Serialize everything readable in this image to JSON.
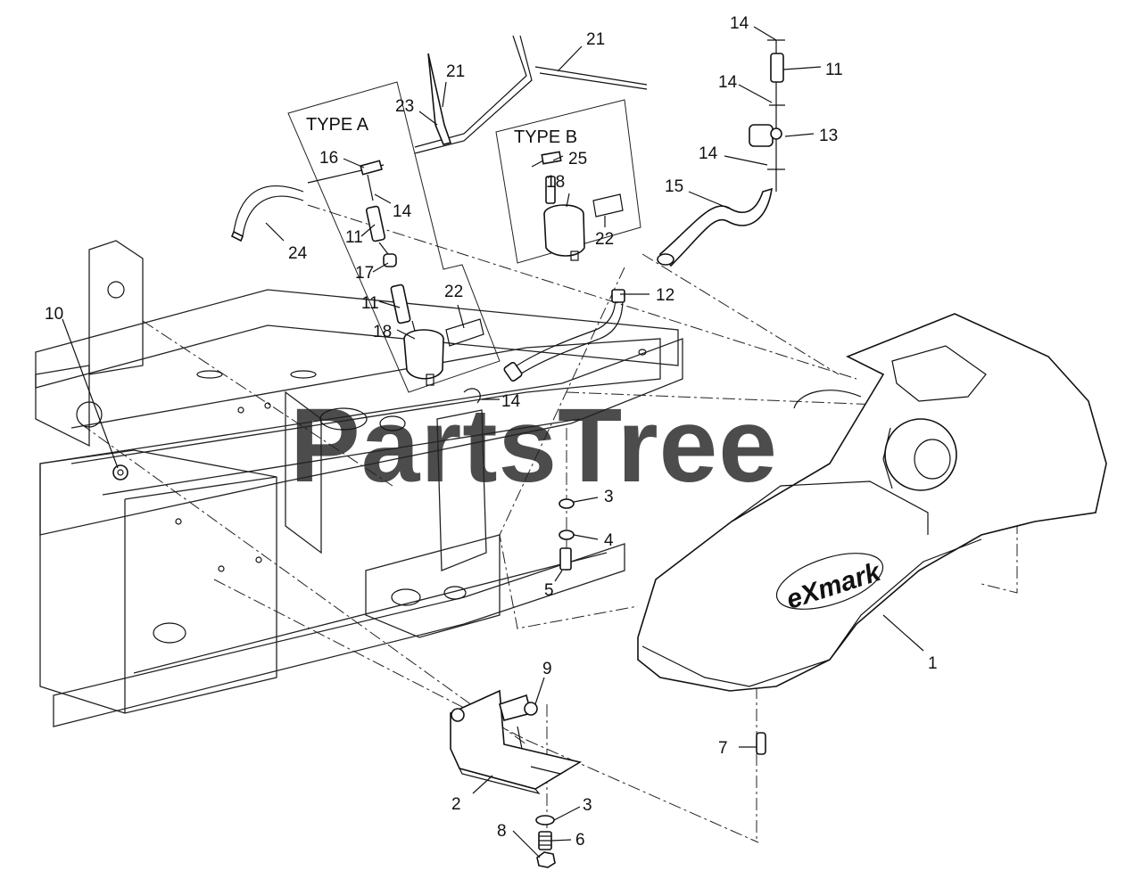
{
  "watermark": "PartsTree",
  "brand_logo": "eXmark",
  "type_labels": {
    "type_a": "TYPE A",
    "type_b": "TYPE B"
  },
  "callouts": [
    {
      "id": "c21a",
      "label": "21"
    },
    {
      "id": "c21b",
      "label": "21"
    },
    {
      "id": "c23",
      "label": "23"
    },
    {
      "id": "c16",
      "label": "16"
    },
    {
      "id": "c14a",
      "label": "14"
    },
    {
      "id": "c11a",
      "label": "11"
    },
    {
      "id": "c17",
      "label": "17"
    },
    {
      "id": "c11b",
      "label": "11"
    },
    {
      "id": "c18a",
      "label": "18"
    },
    {
      "id": "c22a",
      "label": "22"
    },
    {
      "id": "c24",
      "label": "24"
    },
    {
      "id": "c25",
      "label": "25"
    },
    {
      "id": "c18b",
      "label": "18"
    },
    {
      "id": "c22b",
      "label": "22"
    },
    {
      "id": "c14b",
      "label": "14"
    },
    {
      "id": "c11c",
      "label": "11"
    },
    {
      "id": "c14c",
      "label": "14"
    },
    {
      "id": "c13",
      "label": "13"
    },
    {
      "id": "c14d",
      "label": "14"
    },
    {
      "id": "c15",
      "label": "15"
    },
    {
      "id": "c12",
      "label": "12"
    },
    {
      "id": "c14e",
      "label": "14"
    },
    {
      "id": "c10",
      "label": "10"
    },
    {
      "id": "c3a",
      "label": "3"
    },
    {
      "id": "c4",
      "label": "4"
    },
    {
      "id": "c5",
      "label": "5"
    },
    {
      "id": "c9",
      "label": "9"
    },
    {
      "id": "c1",
      "label": "1"
    },
    {
      "id": "c7",
      "label": "7"
    },
    {
      "id": "c2",
      "label": "2"
    },
    {
      "id": "c3b",
      "label": "3"
    },
    {
      "id": "c8",
      "label": "8"
    },
    {
      "id": "c6",
      "label": "6"
    }
  ]
}
